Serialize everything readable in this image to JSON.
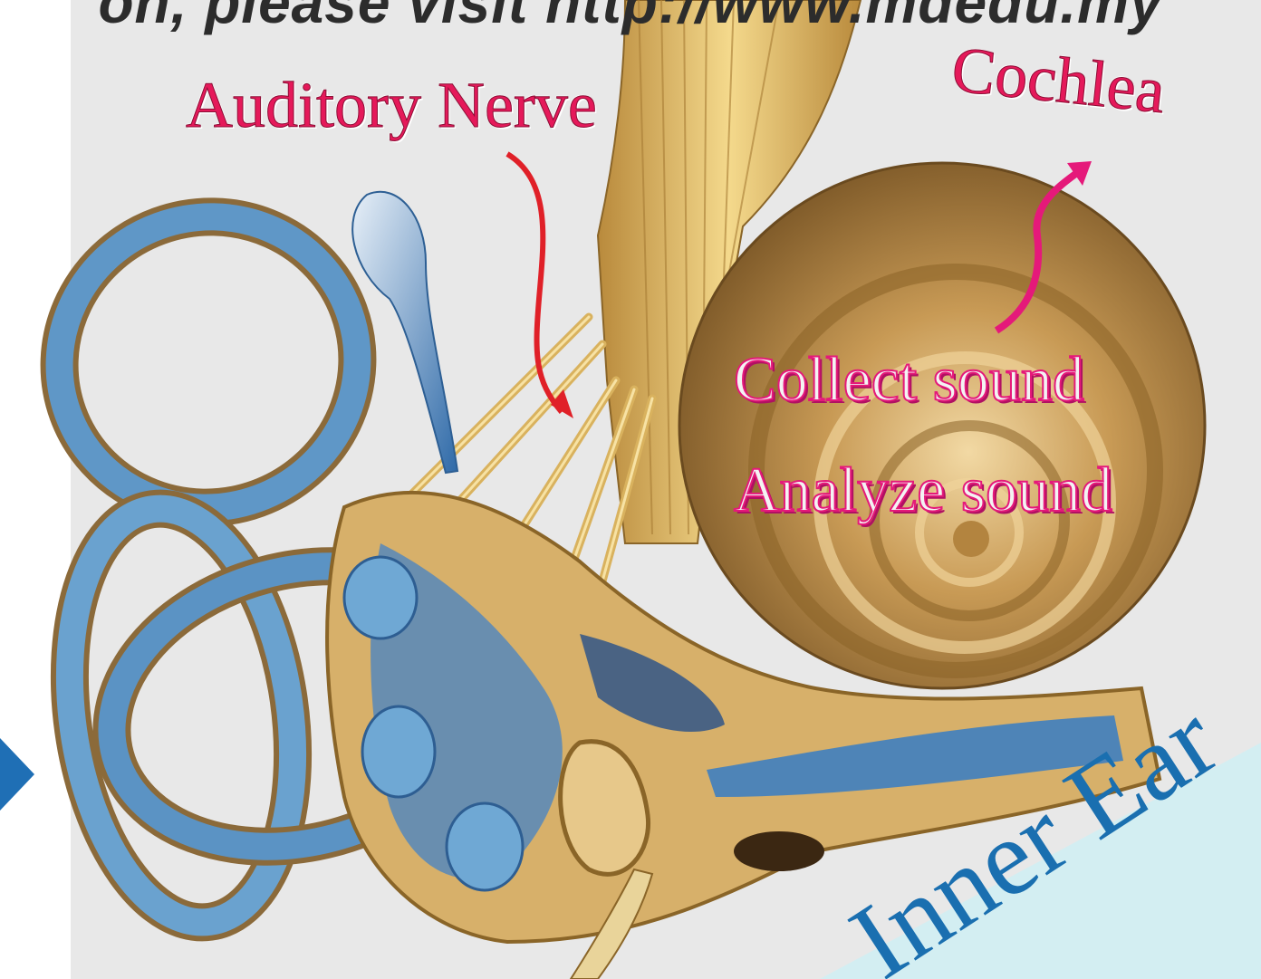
{
  "banner": {
    "text": "on, please visit http://www.mdedu.my"
  },
  "labels": {
    "auditory_nerve": "Auditory Nerve",
    "cochlea": "Cochlea",
    "function_1": "Collect sound",
    "function_2": "Analyze sound",
    "region": "Inner Ear"
  },
  "colors": {
    "label_red": "#e5195a",
    "label_magenta_outline": "#e5197a",
    "region_blue": "#1a6fb0",
    "background_panel": "#e8e8e8",
    "cyan_wedge": "#d3eef2",
    "bone": "#caa46a",
    "fluid_blue": "#3f7fc0",
    "nav_arrow": "#1f6fb5"
  },
  "icons": {
    "navigation": "play-arrow-icon"
  }
}
